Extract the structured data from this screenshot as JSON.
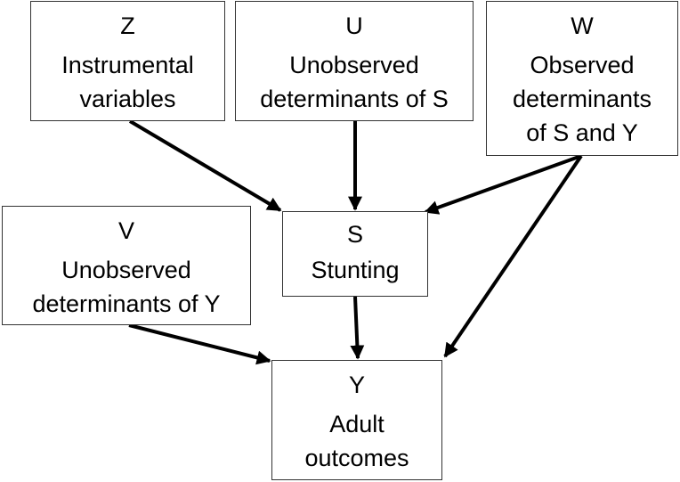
{
  "nodes": {
    "z": {
      "symbol": "Z",
      "label_lines": [
        "Instrumental",
        "variables"
      ]
    },
    "u": {
      "symbol": "U",
      "label_lines": [
        "Unobserved",
        "determinants of S"
      ]
    },
    "w": {
      "symbol": "W",
      "label_lines": [
        "Observed",
        "determinants",
        "of S and Y"
      ]
    },
    "v": {
      "symbol": "V",
      "label_lines": [
        "Unobserved",
        "determinants of Y"
      ]
    },
    "s": {
      "symbol": "S",
      "label_lines": [
        "Stunting"
      ]
    },
    "y": {
      "symbol": "Y",
      "label_lines": [
        "Adult",
        "outcomes"
      ]
    }
  },
  "edges": [
    {
      "from": "Z",
      "to": "S"
    },
    {
      "from": "U",
      "to": "S"
    },
    {
      "from": "W",
      "to": "S"
    },
    {
      "from": "W",
      "to": "Y"
    },
    {
      "from": "V",
      "to": "Y"
    },
    {
      "from": "S",
      "to": "Y"
    }
  ],
  "colors": {
    "line": "#000000",
    "border": "#333333",
    "background": "#ffffff"
  }
}
